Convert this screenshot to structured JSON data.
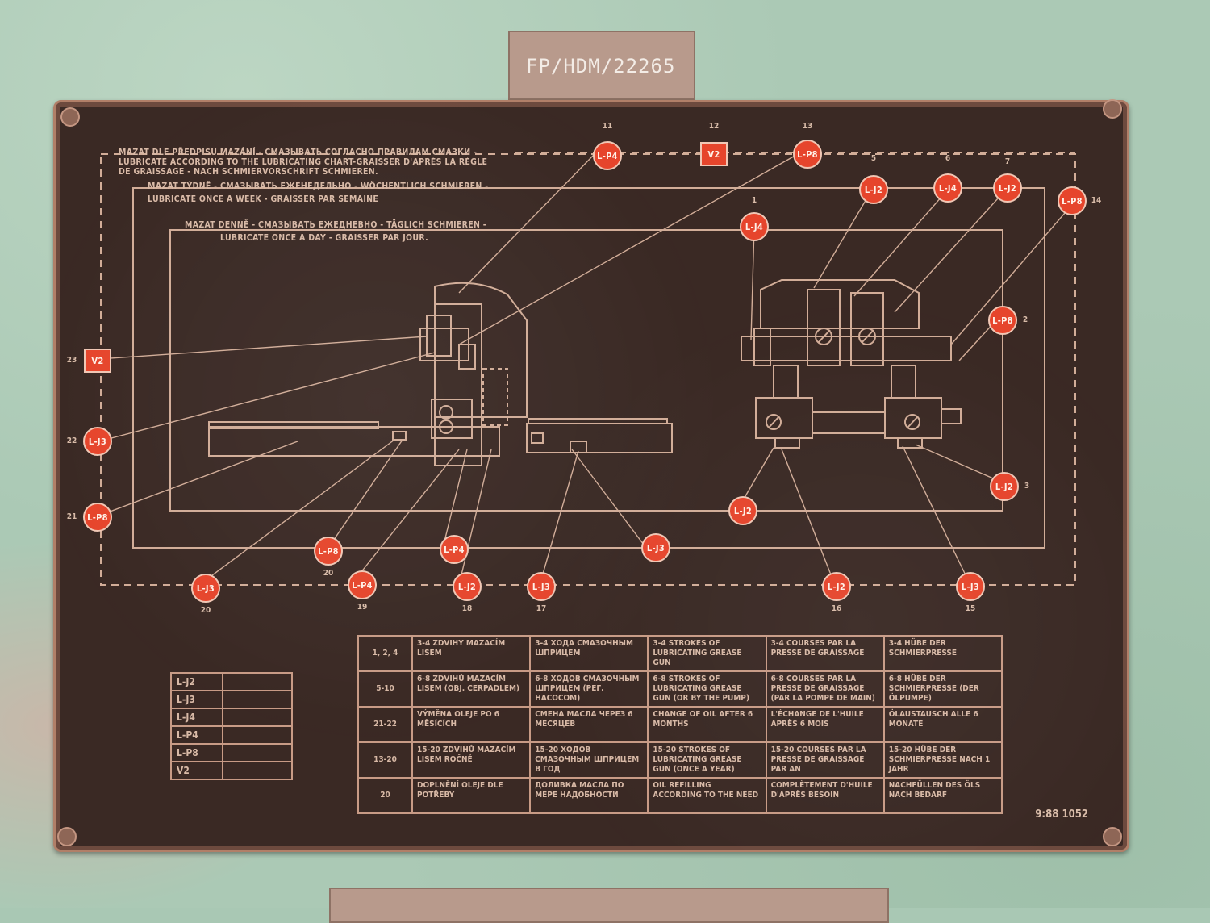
{
  "tag_top": {
    "text": "FP/HDM/22265"
  },
  "instructions": [
    {
      "id": "chart",
      "text": "Mazat dle předpisu mazání - смазывать согласно правилам смазки -"
    },
    {
      "id": "chart2",
      "text": "Lubricate according to the lubricating chart-graisser d'après la règle"
    },
    {
      "id": "chart3",
      "text": "de graissage - nach Schmiervorschrift schmieren."
    },
    {
      "id": "week",
      "text": "Mazat týdně - смазывать еженедельно - wöchentlich schmieren -"
    },
    {
      "id": "week2",
      "text": "Lubricate once a week - graisser par semaine"
    },
    {
      "id": "day",
      "text": "Mazat denně - смазывать ежедневно - täglich schmieren -"
    },
    {
      "id": "day2",
      "text": "Lubricate once a day - graisser par jour."
    }
  ],
  "markers_top": [
    {
      "label": "L-P4",
      "num": "11"
    },
    {
      "label": "V2",
      "num": "12",
      "shape": "square"
    },
    {
      "label": "L-P8",
      "num": "13"
    },
    {
      "label": "L-J2",
      "num": "5"
    },
    {
      "label": "L-J4",
      "num": "6"
    },
    {
      "label": "L-J2",
      "num": "7"
    },
    {
      "label": "L-P8",
      "num": "14"
    },
    {
      "label": "L-J4",
      "num": "1"
    }
  ],
  "markers_left": [
    {
      "label": "V2",
      "num": "23",
      "shape": "square"
    },
    {
      "label": "L-J3",
      "num": "22"
    },
    {
      "label": "L-P8",
      "num": "21"
    }
  ],
  "markers_right": [
    {
      "label": "L-P8",
      "num": "2"
    },
    {
      "label": "L-J2",
      "num": "3"
    }
  ],
  "markers_bottom_row1": [
    {
      "label": "L-P8",
      "num": "20"
    },
    {
      "label": "L-P4",
      "num": ""
    },
    {
      "label": "L-J3",
      "num": ""
    },
    {
      "label": "L-J2",
      "num": ""
    }
  ],
  "markers_bottom_row2": [
    {
      "label": "L-J3",
      "num": "20"
    },
    {
      "label": "L-P4",
      "num": "19"
    },
    {
      "label": "L-J2",
      "num": "18"
    },
    {
      "label": "L-J3",
      "num": "17"
    },
    {
      "label": "L-J2",
      "num": "16"
    },
    {
      "label": "L-J3",
      "num": "15"
    }
  ],
  "legend": [
    "L-J2",
    "L-J3",
    "L-J4",
    "L-P4",
    "L-P8",
    "V2"
  ],
  "table": {
    "rows": [
      {
        "k": "1, 2, 4",
        "cz": "3-4 zdvihy mazacím lisem",
        "ru": "3-4 хода смазочным шприцем",
        "en": "3-4 strokes of lubricating grease gun",
        "fr": "3-4 courses par la presse de graissage",
        "de": "3-4 Hübe der Schmierpresse"
      },
      {
        "k": "5-10",
        "cz": "6-8 zdvihů mazacím lisem (obj. cerpadlem)",
        "ru": "6-8 ходов смазочным шприцем (рег. насосом)",
        "en": "6-8 strokes of lubricating grease gun (or by the pump)",
        "fr": "6-8 courses par la presse de graissage (par la pompe de main)",
        "de": "6-8 Hübe der Schmierpresse (der Ölpumpe)"
      },
      {
        "k": "21-22",
        "cz": "Výměna oleje po 6 měsících",
        "ru": "Смена масла через 6 месяцев",
        "en": "Change of oil after 6 months",
        "fr": "L'échange de l'huile après 6 mois",
        "de": "Ölaustausch alle 6 Monate"
      },
      {
        "k": "13-20",
        "cz": "15-20 zdvihů mazacím lisem ročně",
        "ru": "15-20 ходов смазочным шприцем в год",
        "en": "15-20 strokes of lubricating grease gun (once a year)",
        "fr": "15-20 courses par la presse de graissage par an",
        "de": "15-20 Hübe der Schmierpresse nach 1 Jahr"
      },
      {
        "k": "20",
        "cz": "Doplnění oleje dle potřeby",
        "ru": "Доливка масла по мере надобности",
        "en": "Oil refilling according to the need",
        "fr": "Complètement d'huile d'après besoin",
        "de": "Nachfüllen des Öls nach Bedarf"
      }
    ]
  },
  "plate_code": "9:88 1052"
}
